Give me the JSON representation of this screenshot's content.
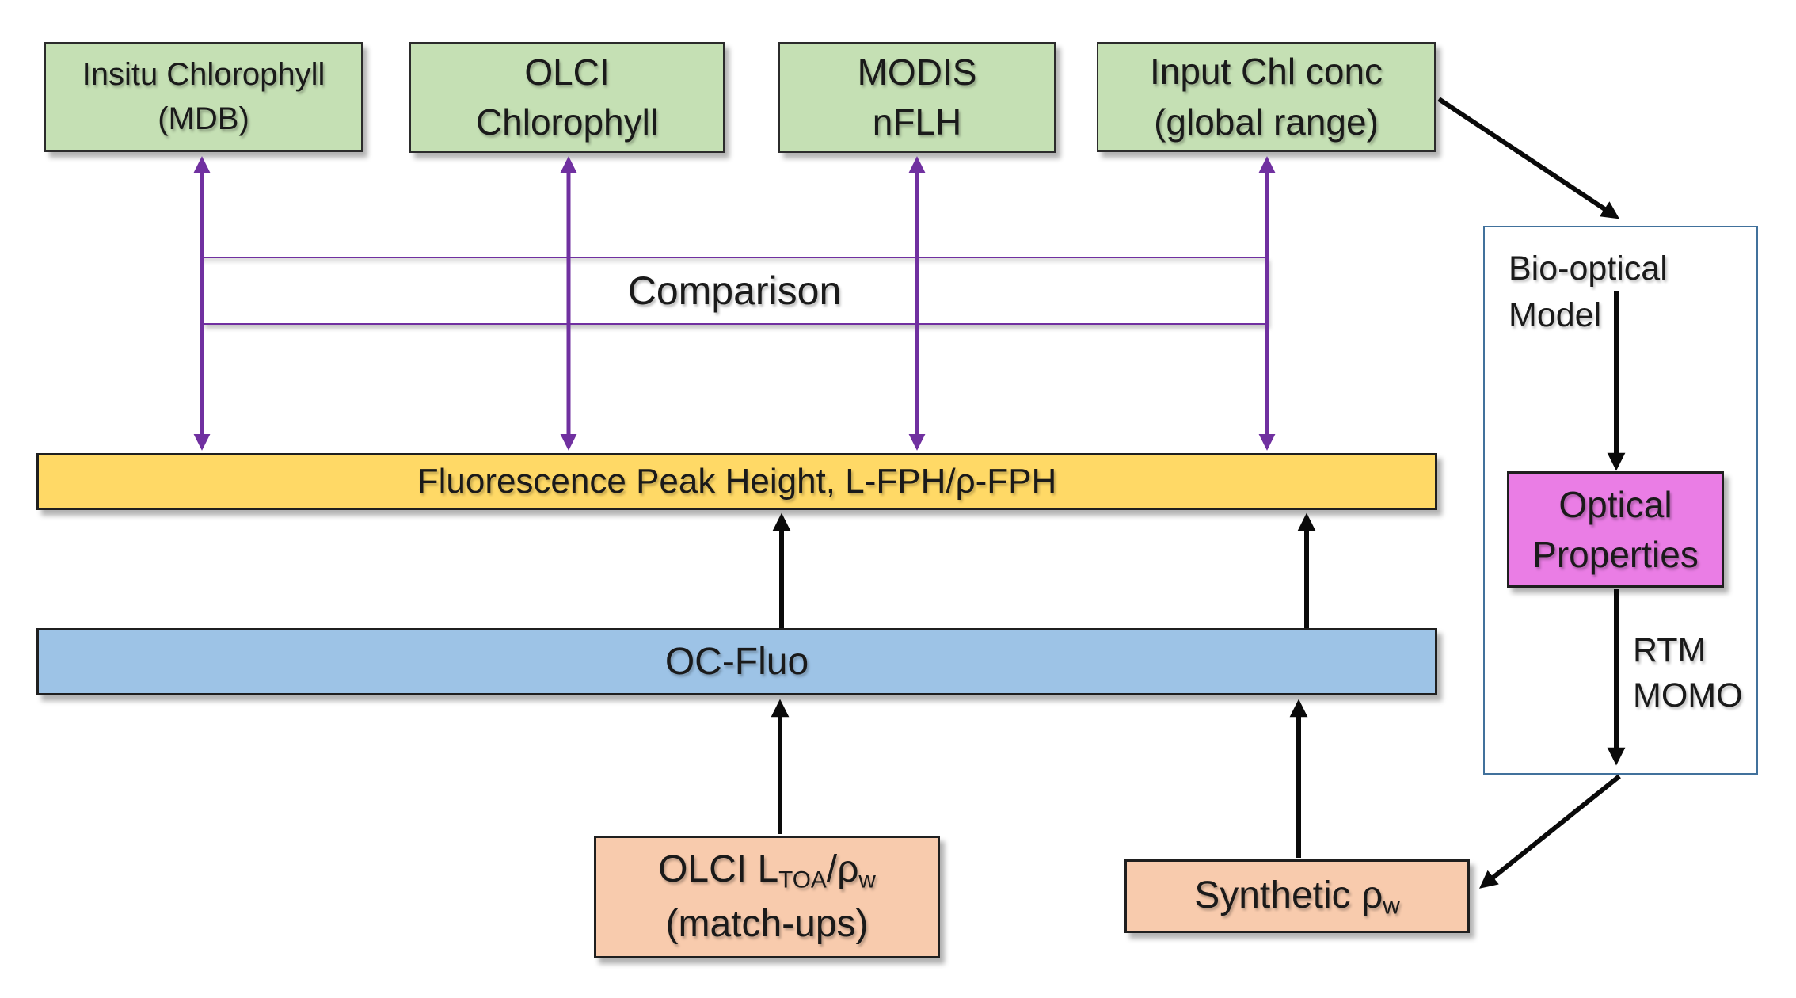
{
  "colors": {
    "green": "#c5e0b4",
    "purple": "#7030a0",
    "yellow": "#ffd966",
    "blue": "#9dc3e6",
    "peach": "#f8cbad",
    "magenta": "#ea7de5",
    "panelborder": "#41719c"
  },
  "top_row": [
    {
      "line1": "Insitu Chlorophyll",
      "line2": "(MDB)"
    },
    {
      "line1": "OLCI",
      "line2": "Chlorophyll"
    },
    {
      "line1": "MODIS",
      "line2": "nFLH"
    },
    {
      "line1": "Input Chl conc",
      "line2": "(global range)"
    }
  ],
  "comparison": {
    "label": "Comparison"
  },
  "fph_bar": {
    "label": "Fluorescence Peak Height, L-FPH/ρ-FPH"
  },
  "oc_fluo_bar": {
    "label": "OC-Fluo"
  },
  "olci_ltoa_box": {
    "part1": "OLCI L",
    "sub1": "TOA",
    "part2": "/ρ",
    "sub2": "w",
    "line2": "(match-ups)"
  },
  "synthetic_box": {
    "part1": "Synthetic ρ",
    "sub1": "w"
  },
  "bio_optical_panel": {
    "label_line1": "Bio-optical",
    "label_line2": "Model",
    "optical_line1": "Optical",
    "optical_line2": "Properties",
    "rtm_line1": "RTM",
    "rtm_line2": "MOMO"
  }
}
